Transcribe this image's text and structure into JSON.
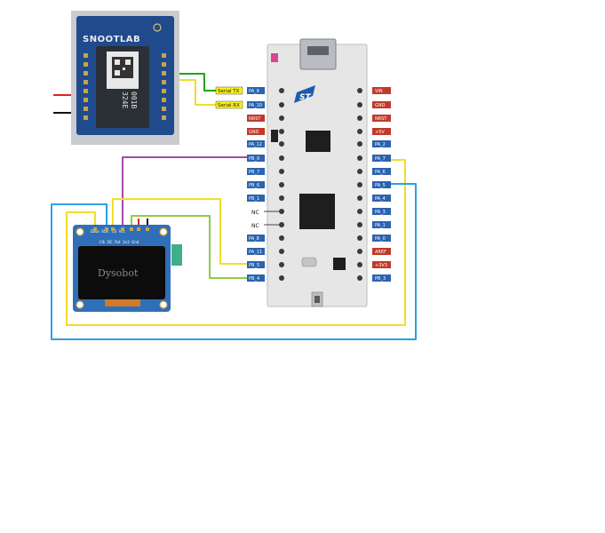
{
  "snootlab": {
    "brand": "SNOOTLAB",
    "chip_line1": "001B",
    "chip_line2": "324E"
  },
  "serial": {
    "tx_label": "Serial TX",
    "rx_label": "Serial RX"
  },
  "nucleo": {
    "logo": "ST",
    "left_pins": [
      "PA_9",
      "PA_10",
      "NRST",
      "GND",
      "PA_12",
      "PB_0",
      "PB_7",
      "PB_6",
      "PB_1",
      "NC",
      "NC",
      "PA_8",
      "PA_11",
      "PB_5",
      "PB_4"
    ],
    "right_pins": [
      "VIN",
      "GND",
      "NRST",
      "+5V",
      "PA_2",
      "PA_7",
      "PA_6",
      "PA_5",
      "PA_4",
      "PA_3",
      "PA_1",
      "PA_0",
      "AREF",
      "+3V3",
      "PB_3"
    ],
    "right_pin_colors": [
      "red",
      "red",
      "red",
      "red",
      "blue",
      "blue",
      "blue",
      "blue",
      "blue",
      "blue",
      "blue",
      "blue",
      "red",
      "red",
      "blue"
    ]
  },
  "oled": {
    "brand": "Dysobot",
    "top_pins": "Data  SCK   CS  Vcc",
    "bottom_pins": "Clk  DC  Rst  3v3  Gnd"
  },
  "colors": {
    "board_blue": "#2f6fb8",
    "pin_blue": "#2c63b0",
    "pin_red": "#c0392b",
    "label_yellow": "#f7f01a",
    "wire_green": "#1aa61a",
    "wire_yellow": "#f2dd2a",
    "wire_purple": "#a44aa8",
    "wire_lightgreen": "#8fcc44",
    "wire_cyan": "#2c9fe6",
    "wire_red": "#e02020",
    "wire_black": "#111111"
  }
}
